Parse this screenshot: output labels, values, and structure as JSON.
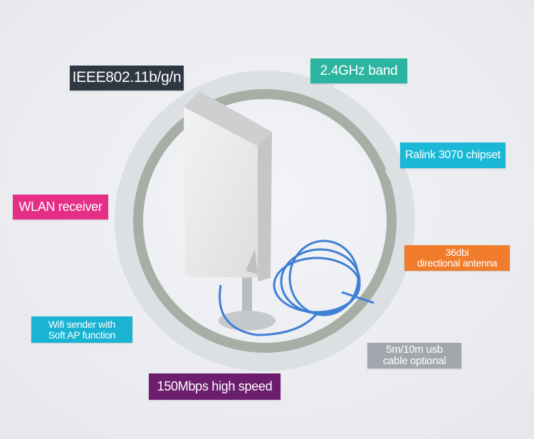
{
  "labels": {
    "standard": "IEEE802.11b/g/n",
    "band": "2.4GHz band",
    "chipset": "Ralink 3070 chipset",
    "receiver": "WLAN receiver",
    "antenna_line1": "36dbi",
    "antenna_line2": "directional antenna",
    "softap_line1": "Wifi sender with",
    "softap_line2": "Soft AP function",
    "cable_line1": "5m/10m usb",
    "cable_line2": "cable optional",
    "speed": "150Mbps high speed"
  },
  "colors": {
    "standard": "#2f3742",
    "band": "#2bb5a0",
    "chipset": "#1ab8d6",
    "receiver": "#e52f86",
    "antenna": "#f07c2c",
    "softap": "#1ab3d3",
    "cable": "#a2a6ad",
    "speed": "#6a1e6d"
  }
}
